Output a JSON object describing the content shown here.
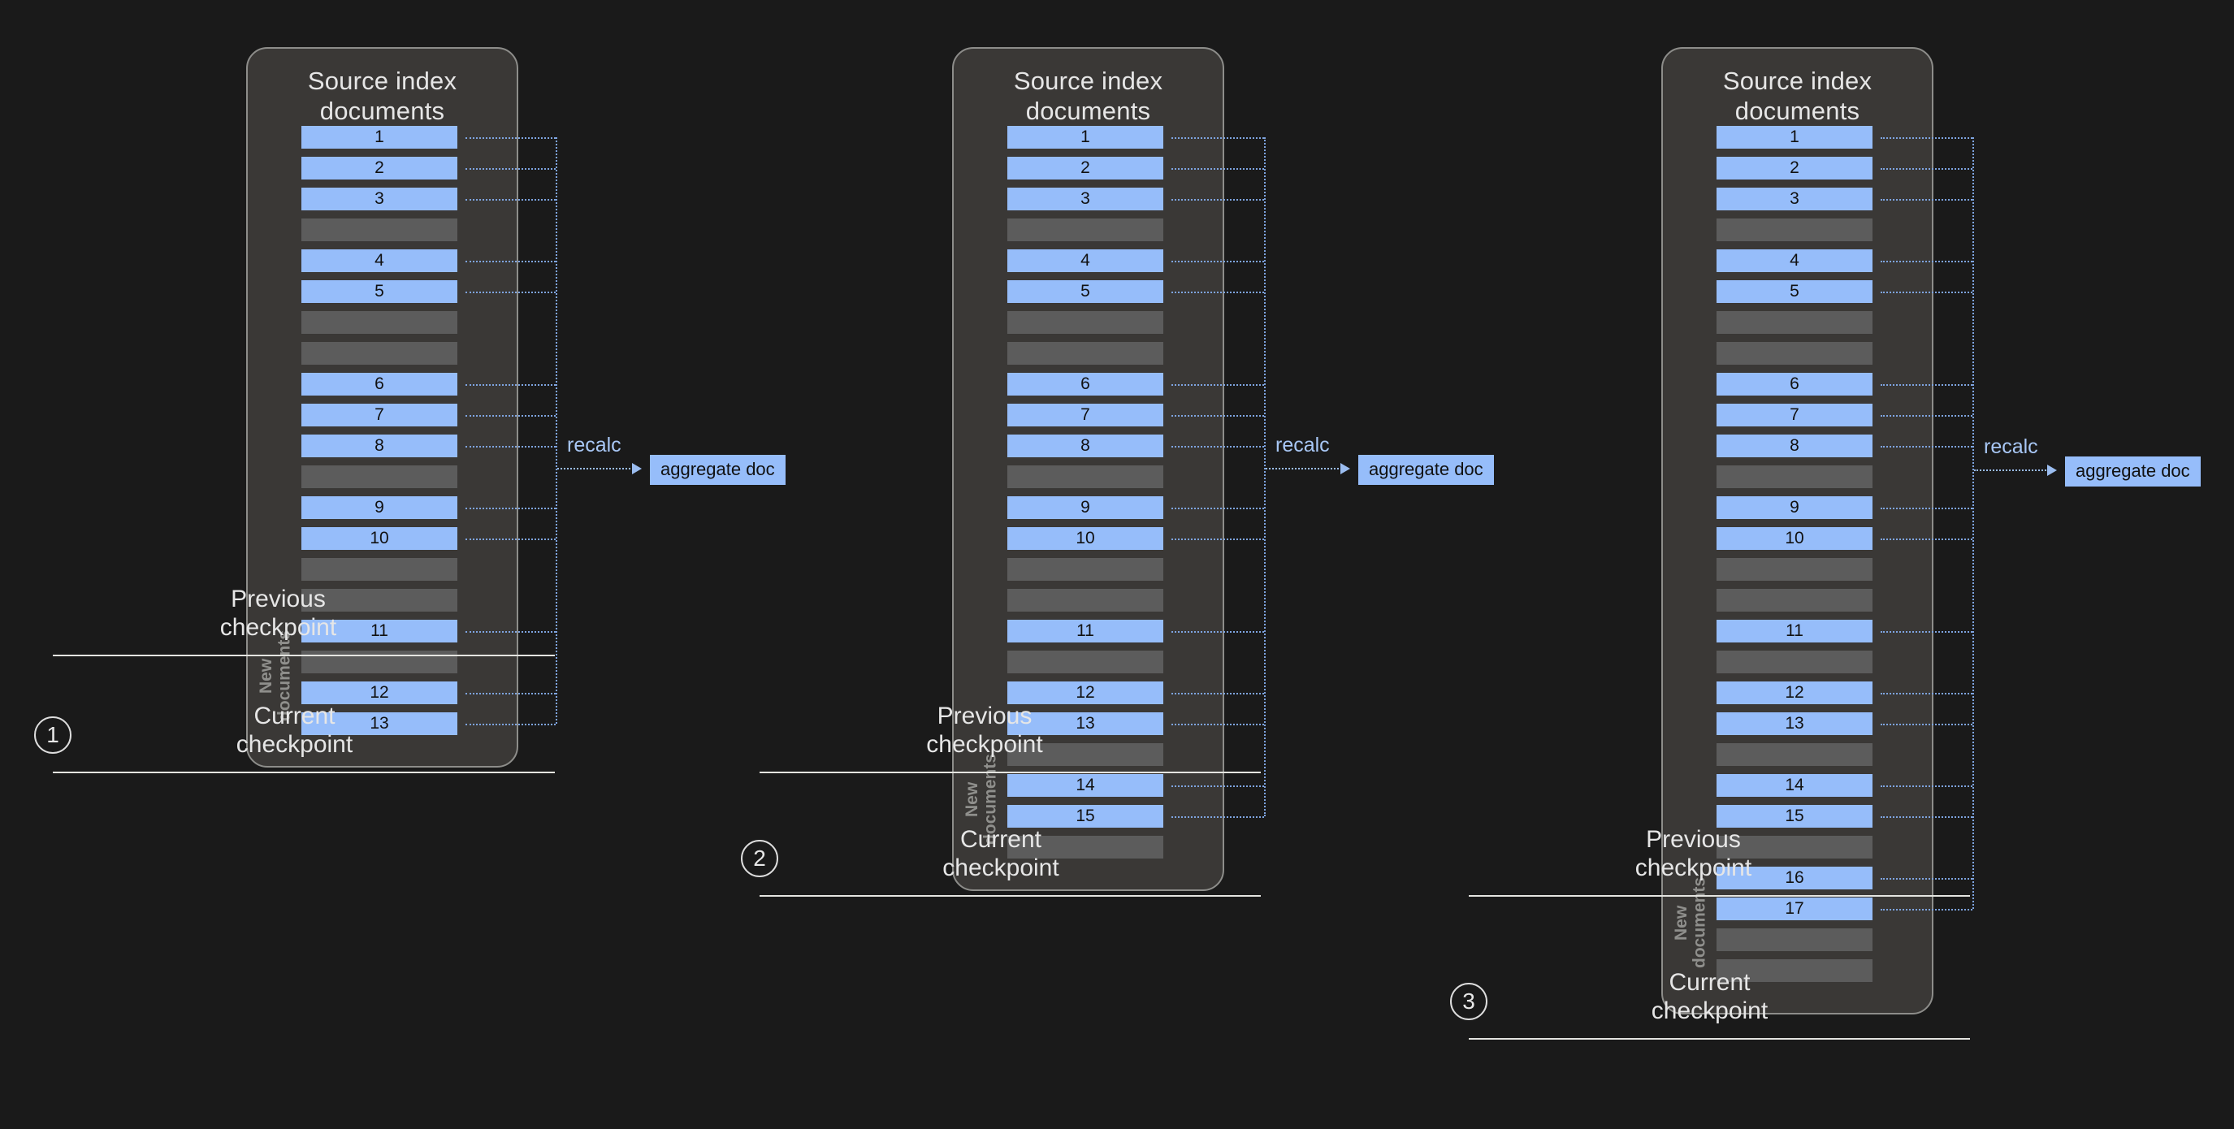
{
  "background": "#1a1a1a",
  "colors": {
    "doc_filled": "#96bdfa",
    "doc_empty": "#5c5c5c",
    "panel_bg": "#3a3836",
    "panel_border": "#8d8d8a",
    "connector": "#7ea4e0",
    "text_light": "#e6e6e6",
    "newdocs_label": "#8f8f8c"
  },
  "panels": [
    {
      "id": "panel-1",
      "title": "Source index\ndocuments",
      "newdocs_label": "New\ndocuments",
      "recalc_label": "recalc",
      "aggregate_label": "aggregate doc",
      "rows": [
        {
          "label": "1",
          "filled": true
        },
        {
          "label": "2",
          "filled": true
        },
        {
          "label": "3",
          "filled": true
        },
        {
          "label": "",
          "filled": false
        },
        {
          "label": "4",
          "filled": true
        },
        {
          "label": "5",
          "filled": true
        },
        {
          "label": "",
          "filled": false
        },
        {
          "label": "",
          "filled": false
        },
        {
          "label": "6",
          "filled": true
        },
        {
          "label": "7",
          "filled": true
        },
        {
          "label": "8",
          "filled": true
        },
        {
          "label": "",
          "filled": false
        },
        {
          "label": "9",
          "filled": true
        },
        {
          "label": "10",
          "filled": true
        },
        {
          "label": "",
          "filled": false
        },
        {
          "label": "",
          "filled": false
        },
        {
          "label": "11",
          "filled": true
        },
        {
          "label": "",
          "filled": false
        },
        {
          "label": "12",
          "filled": true
        },
        {
          "label": "13",
          "filled": true
        }
      ]
    },
    {
      "id": "panel-2",
      "title": "Source index\ndocuments",
      "newdocs_label": "New\ndocuments",
      "recalc_label": "recalc",
      "aggregate_label": "aggregate doc",
      "rows": [
        {
          "label": "1",
          "filled": true
        },
        {
          "label": "2",
          "filled": true
        },
        {
          "label": "3",
          "filled": true
        },
        {
          "label": "",
          "filled": false
        },
        {
          "label": "4",
          "filled": true
        },
        {
          "label": "5",
          "filled": true
        },
        {
          "label": "",
          "filled": false
        },
        {
          "label": "",
          "filled": false
        },
        {
          "label": "6",
          "filled": true
        },
        {
          "label": "7",
          "filled": true
        },
        {
          "label": "8",
          "filled": true
        },
        {
          "label": "",
          "filled": false
        },
        {
          "label": "9",
          "filled": true
        },
        {
          "label": "10",
          "filled": true
        },
        {
          "label": "",
          "filled": false
        },
        {
          "label": "",
          "filled": false
        },
        {
          "label": "11",
          "filled": true
        },
        {
          "label": "",
          "filled": false
        },
        {
          "label": "12",
          "filled": true
        },
        {
          "label": "13",
          "filled": true
        },
        {
          "label": "",
          "filled": false
        },
        {
          "label": "14",
          "filled": true
        },
        {
          "label": "15",
          "filled": true
        },
        {
          "label": "",
          "filled": false
        }
      ]
    },
    {
      "id": "panel-3",
      "title": "Source index\ndocuments",
      "newdocs_label": "New\ndocuments",
      "recalc_label": "recalc",
      "aggregate_label": "aggregate doc",
      "rows": [
        {
          "label": "1",
          "filled": true
        },
        {
          "label": "2",
          "filled": true
        },
        {
          "label": "3",
          "filled": true
        },
        {
          "label": "",
          "filled": false
        },
        {
          "label": "4",
          "filled": true
        },
        {
          "label": "5",
          "filled": true
        },
        {
          "label": "",
          "filled": false
        },
        {
          "label": "",
          "filled": false
        },
        {
          "label": "6",
          "filled": true
        },
        {
          "label": "7",
          "filled": true
        },
        {
          "label": "8",
          "filled": true
        },
        {
          "label": "",
          "filled": false
        },
        {
          "label": "9",
          "filled": true
        },
        {
          "label": "10",
          "filled": true
        },
        {
          "label": "",
          "filled": false
        },
        {
          "label": "",
          "filled": false
        },
        {
          "label": "11",
          "filled": true
        },
        {
          "label": "",
          "filled": false
        },
        {
          "label": "12",
          "filled": true
        },
        {
          "label": "13",
          "filled": true
        },
        {
          "label": "",
          "filled": false
        },
        {
          "label": "14",
          "filled": true
        },
        {
          "label": "15",
          "filled": true
        },
        {
          "label": "",
          "filled": false
        },
        {
          "label": "16",
          "filled": true
        },
        {
          "label": "17",
          "filled": true
        },
        {
          "label": "",
          "filled": false
        },
        {
          "label": "",
          "filled": false
        }
      ]
    }
  ],
  "checkpoints": [
    {
      "id": "cp-1",
      "previous_label": "Previous\ncheckpoint",
      "current_label": "Current\ncheckpoint",
      "number": "1"
    },
    {
      "id": "cp-2",
      "previous_label": "Previous\ncheckpoint",
      "current_label": "Current\ncheckpoint",
      "number": "2"
    },
    {
      "id": "cp-3",
      "previous_label": "Previous\ncheckpoint",
      "current_label": "Current\ncheckpoint",
      "number": "3"
    }
  ]
}
